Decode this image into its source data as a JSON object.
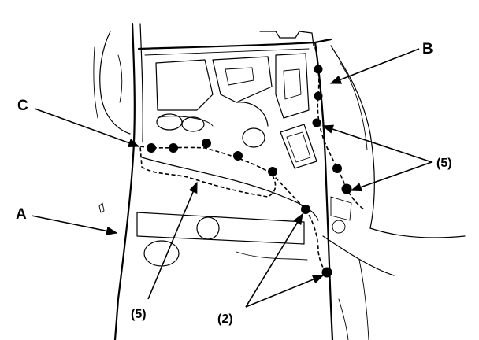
{
  "callouts": {
    "a": "A",
    "b": "B",
    "c": "C",
    "qty_clips_left": "(5)",
    "qty_clips_right": "(5)",
    "qty_clips_bottom": "(2)"
  }
}
